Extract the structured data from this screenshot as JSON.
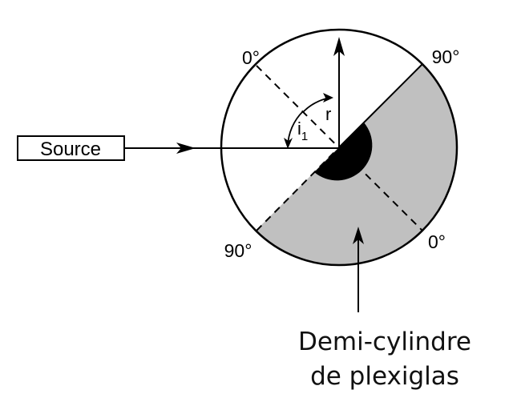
{
  "source_label": "Source",
  "angles": {
    "top_left": "0°",
    "top_right": "90°",
    "bottom_left": "90°",
    "bottom_right": "0°"
  },
  "symbols": {
    "refraction": "r",
    "incidence_letter": "i",
    "incidence_subscript": "1"
  },
  "caption": {
    "line1": "Demi-cylindre",
    "line2": "de plexiglas"
  },
  "colors": {
    "plexiglas_fill": "#c0c0c0",
    "line": "#000000",
    "background": "#ffffff"
  }
}
